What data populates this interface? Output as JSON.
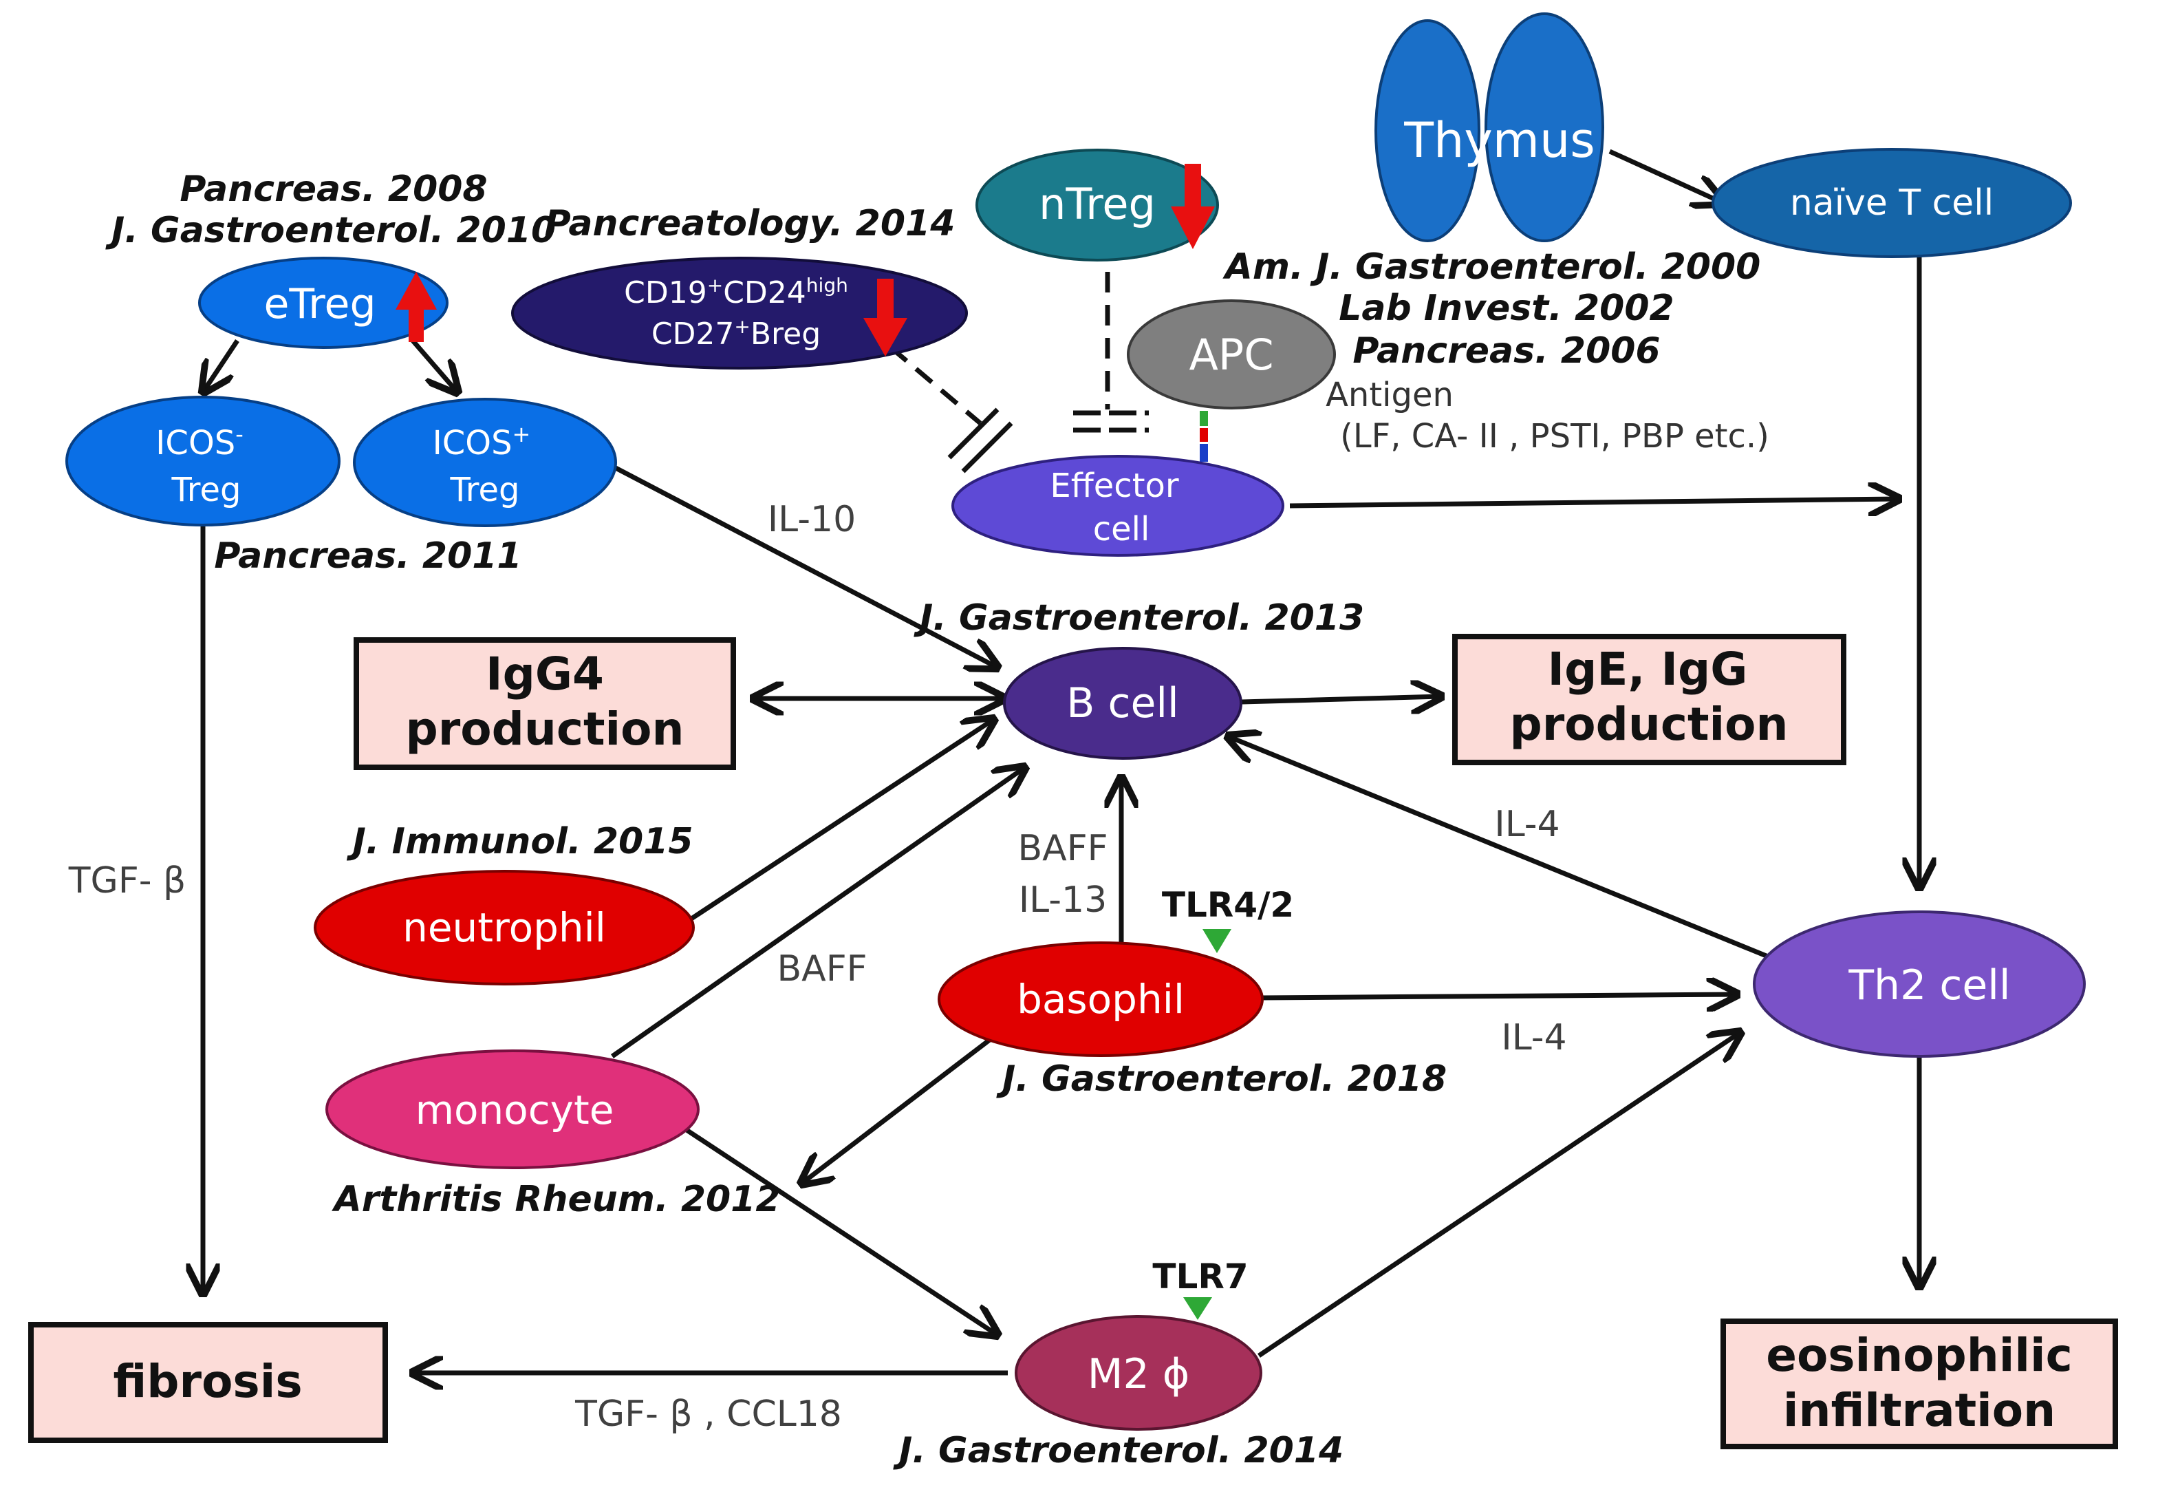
{
  "cells": {
    "thymus": "Thymus",
    "naive_t": "naïve T cell",
    "ntreg": "nTreg",
    "etreg": "eTreg",
    "breg_line1_a": "CD19",
    "breg_line1_b": "+",
    "breg_line1_c": "CD24",
    "breg_line1_d": "high",
    "breg_line2_a": "CD27",
    "breg_line2_b": "+",
    "breg_line2_c": "Breg",
    "icos_neg_a": "ICOS",
    "icos_neg_sup": "-",
    "icos_neg_b": "Treg",
    "icos_pos_a": "ICOS",
    "icos_pos_sup": "+",
    "icos_pos_b": "Treg",
    "apc": "APC",
    "effector_a": "Effector",
    "effector_b": "cell",
    "b_cell": "B cell",
    "th2": "Th2 cell",
    "neutrophil": "neutrophil",
    "basophil": "basophil",
    "monocyte": "monocyte",
    "m2": "M2 ϕ"
  },
  "outcomes": {
    "igg4_a": "IgG4",
    "igg4_b": "production",
    "ige_a": "IgE, IgG",
    "ige_b": "production",
    "fibrosis": "fibrosis",
    "eos_a": "eosinophilic",
    "eos_b": "infiltration"
  },
  "citations": {
    "pancreas_2008": "Pancreas. 2008",
    "jgastro_2010": "J. Gastroenterol. 2010",
    "pancreatology_2014": "Pancreatology. 2014",
    "amjgastro_2000": "Am. J. Gastroenterol. 2000",
    "labinvest_2002": "Lab Invest. 2002",
    "pancreas_2006": "Pancreas. 2006",
    "pancreas_2011": "Pancreas. 2011",
    "jgastro_2013": "J. Gastroenterol. 2013",
    "jimmunol_2015": "J. Immunol. 2015",
    "jgastro_2018": "J. Gastroenterol. 2018",
    "arthritis_2012": "Arthritis Rheum. 2012",
    "jgastro_2014": "J. Gastroenterol. 2014"
  },
  "edges": {
    "il10": "IL-10",
    "tgfb": "TGF- β",
    "baff_left": "BAFF",
    "baff_mid": "BAFF",
    "il13": "IL-13",
    "il4_top": "IL-4",
    "il4_bottom": "IL-4",
    "tgfb_ccl18": "TGF- β , CCL18",
    "tlr42": "TLR4/2",
    "tlr7": "TLR7"
  },
  "antigen": {
    "label": "Antigen",
    "list": "(LF, CA- II , PSTI, PBP etc.)"
  },
  "colors": {
    "blue_bright": "#0a6fe6",
    "blue_mid": "#1a6fc8",
    "teal": "#1b7b8c",
    "navy": "#241a6b",
    "gray": "#7f7f7f",
    "violet": "#5e4ad6",
    "b_purple": "#4a2c8c",
    "th2_purple": "#7a52c8",
    "red": "#e00000",
    "pink": "#e0307a",
    "maroon": "#a6305a",
    "box_fill": "#fcdcd8",
    "up_down_arrow": "#e81010",
    "tlr_triangle": "#2ea836"
  }
}
